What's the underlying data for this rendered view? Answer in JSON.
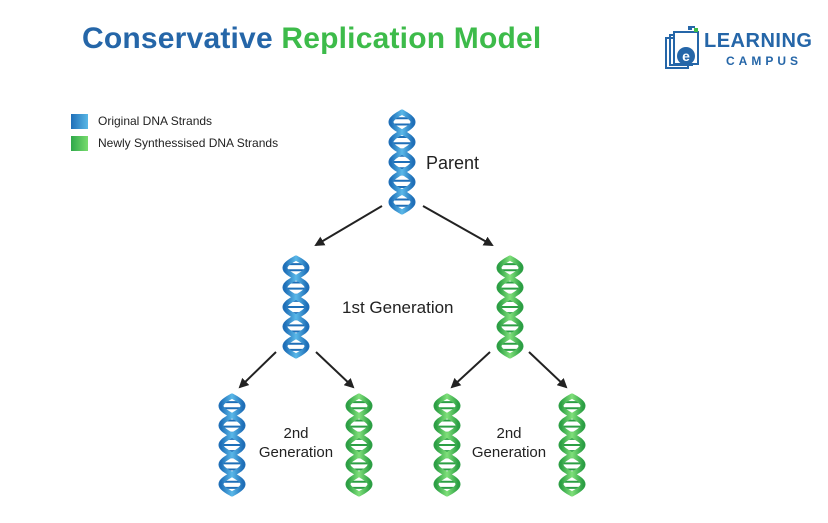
{
  "title": {
    "part1": "Conservative",
    "part2": "Replication Model"
  },
  "logo": {
    "text_main": "LEARNING",
    "text_sub": "CAMPUS",
    "mark_letter": "e"
  },
  "legend": [
    {
      "label": "Original DNA Strands",
      "color": "#2e86c8"
    },
    {
      "label": "Newly Synthessised DNA Strands",
      "color": "#4cc35a"
    }
  ],
  "labels": {
    "parent": "Parent",
    "first_generation": "1st Generation",
    "second_generation_line1": "2nd",
    "second_generation_line2": "Generation"
  },
  "colors": {
    "original": "#2e86c8",
    "new": "#43b853",
    "title_blue": "#2566a8",
    "title_green": "#3dbb4a"
  }
}
